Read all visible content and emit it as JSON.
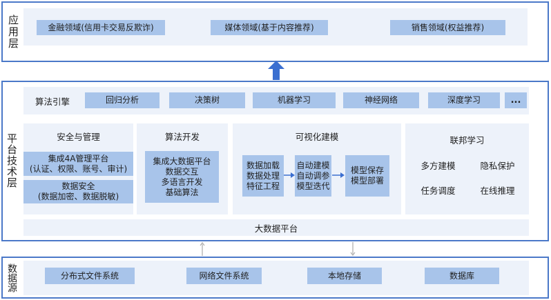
{
  "layers": {
    "application": {
      "label": "应用层",
      "items": [
        "金融领域(信用卡交易反欺诈)",
        "媒体领域(基于内容推荐)",
        "销售领域(权益推荐)"
      ]
    },
    "platform": {
      "label": "平台技术层",
      "algorithm_engine": {
        "title": "算法引擎",
        "items": [
          "回归分析",
          "决策树",
          "机器学习",
          "神经网络",
          "深度学习",
          "..."
        ]
      },
      "security": {
        "title": "安全与管理",
        "box1": [
          "集成4A管理平台",
          "(认证、权限、账号、审计)"
        ],
        "box2": [
          "数据安全",
          "(数据加密、数据脱敏)"
        ]
      },
      "algo_dev": {
        "title": "算法开发",
        "lines": [
          "集成大数据平台",
          "数据交互",
          "多语言开发",
          "基础算法"
        ]
      },
      "visual_modeling": {
        "title": "可视化建模",
        "step1": [
          "数据加载",
          "数据处理",
          "特征工程"
        ],
        "step2": [
          "自动建模",
          "自动调参",
          "模型迭代"
        ],
        "step3": [
          "模型保存",
          "模型部署"
        ]
      },
      "federated": {
        "title": "联邦学习",
        "items": [
          "多方建模",
          "隐私保护",
          "任务调度",
          "在线推理"
        ]
      },
      "big_data": "大数据平台"
    },
    "data": {
      "label": "数据源",
      "items": [
        "分布式文件系统",
        "网络文件系统",
        "本地存储",
        "数据库"
      ]
    }
  },
  "colors": {
    "frame_border": "#4a78c8",
    "panel_bg": "#edf2fa",
    "box_bg": "#a8c4ea",
    "arrow": "#3b6fd0"
  }
}
